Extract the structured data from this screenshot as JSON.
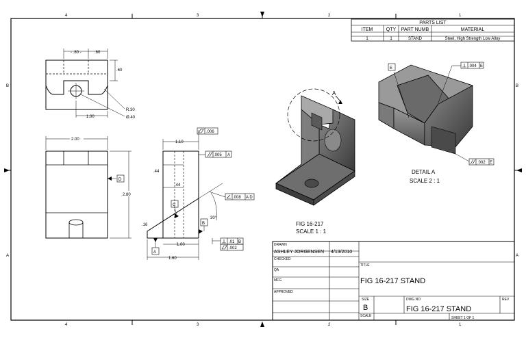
{
  "zones": {
    "top": [
      "4",
      "3",
      "2",
      "1"
    ],
    "bottom": [
      "4",
      "3",
      "2",
      "1"
    ],
    "side": [
      "B",
      "A"
    ]
  },
  "parts_list": {
    "title": "PARTS LIST",
    "headers": [
      "ITEM",
      "QTY",
      "PART NUMB",
      "MATERIAL"
    ],
    "rows": [
      [
        "1",
        "1",
        "STAND",
        "Steel, High Strength Low Alloy"
      ]
    ]
  },
  "top_view": {
    "dims": [
      "- .80 -",
      ".60",
      ".60",
      "1.00",
      "R.30",
      "Ø.40"
    ]
  },
  "front_view": {
    "dims": [
      "2.00",
      "2.80"
    ],
    "datum": "D"
  },
  "side_view": {
    "dims": [
      "1.10",
      ".44",
      ".44",
      ".16",
      "1.00",
      "1.60",
      "30°"
    ],
    "datums": [
      "C",
      "B",
      "A"
    ],
    "fcf": {
      "flatness_top": ".006",
      "parallel": ".005",
      "parallel_datum": "A",
      "angularity": ".008",
      "angularity_datums": "A D",
      "perp": ".01",
      "perp_datum": "B",
      "flatness_bottom": ".002"
    }
  },
  "iso_view": {
    "label1": "FIG 16-217",
    "label2": "SCALE 1 : 1",
    "detail_ref": "A"
  },
  "detail_view": {
    "label1": "DETAIL  A",
    "label2": "SCALE 2 : 1",
    "datum": "E",
    "fcf_top": ".004",
    "fcf_top_datum": "E",
    "fcf_bottom": ".002",
    "fcf_bottom_datum": "E"
  },
  "title_block": {
    "drawn_label": "DRAWN",
    "drawn_name": "ASHLEY JORGENSEN",
    "drawn_date": "4/13/2010",
    "checked_label": "CHECKED",
    "qa_label": "QA",
    "mfg_label": "MFG",
    "approved_label": "APPROVED",
    "title_label": "TITLE",
    "title": "FIG 16-217 STAND",
    "size_label": "SIZE",
    "size": "B",
    "dwg_label": "DWG NO",
    "dwg_no": "FIG 16-217 STAND",
    "rev_label": "REV",
    "scale_label": "SCALE",
    "sheet": "SHEET 1  OF 1"
  }
}
